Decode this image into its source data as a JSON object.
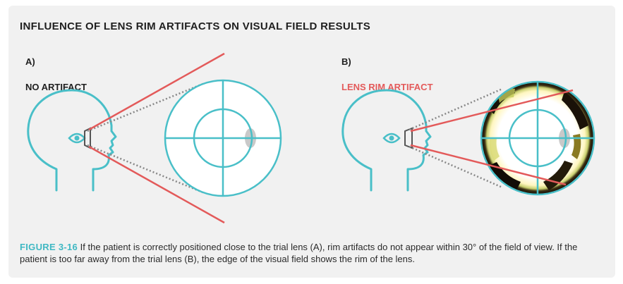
{
  "title": "INFLUENCE OF LENS RIM ARTIFACTS ON VISUAL FIELD RESULTS",
  "panel_a": {
    "label": "A)",
    "subtitle": "NO ARTIFACT"
  },
  "panel_b": {
    "label": "B)",
    "subtitle": "LENS RIM ARTIFACT"
  },
  "caption": {
    "figure_number": "FIGURE 3-16",
    "text": " If the patient is correctly positioned close to the trial lens (A), rim artifacts do not appear within 30° of the field of view. If the patient is too far away from the trial lens (B), the edge of the visual field shows the rim of the lens."
  },
  "colors": {
    "teal": "#49bfc8",
    "red": "#e35a5a",
    "gray_dotted": "#888888",
    "blind_spot": "#c9c9c9"
  }
}
